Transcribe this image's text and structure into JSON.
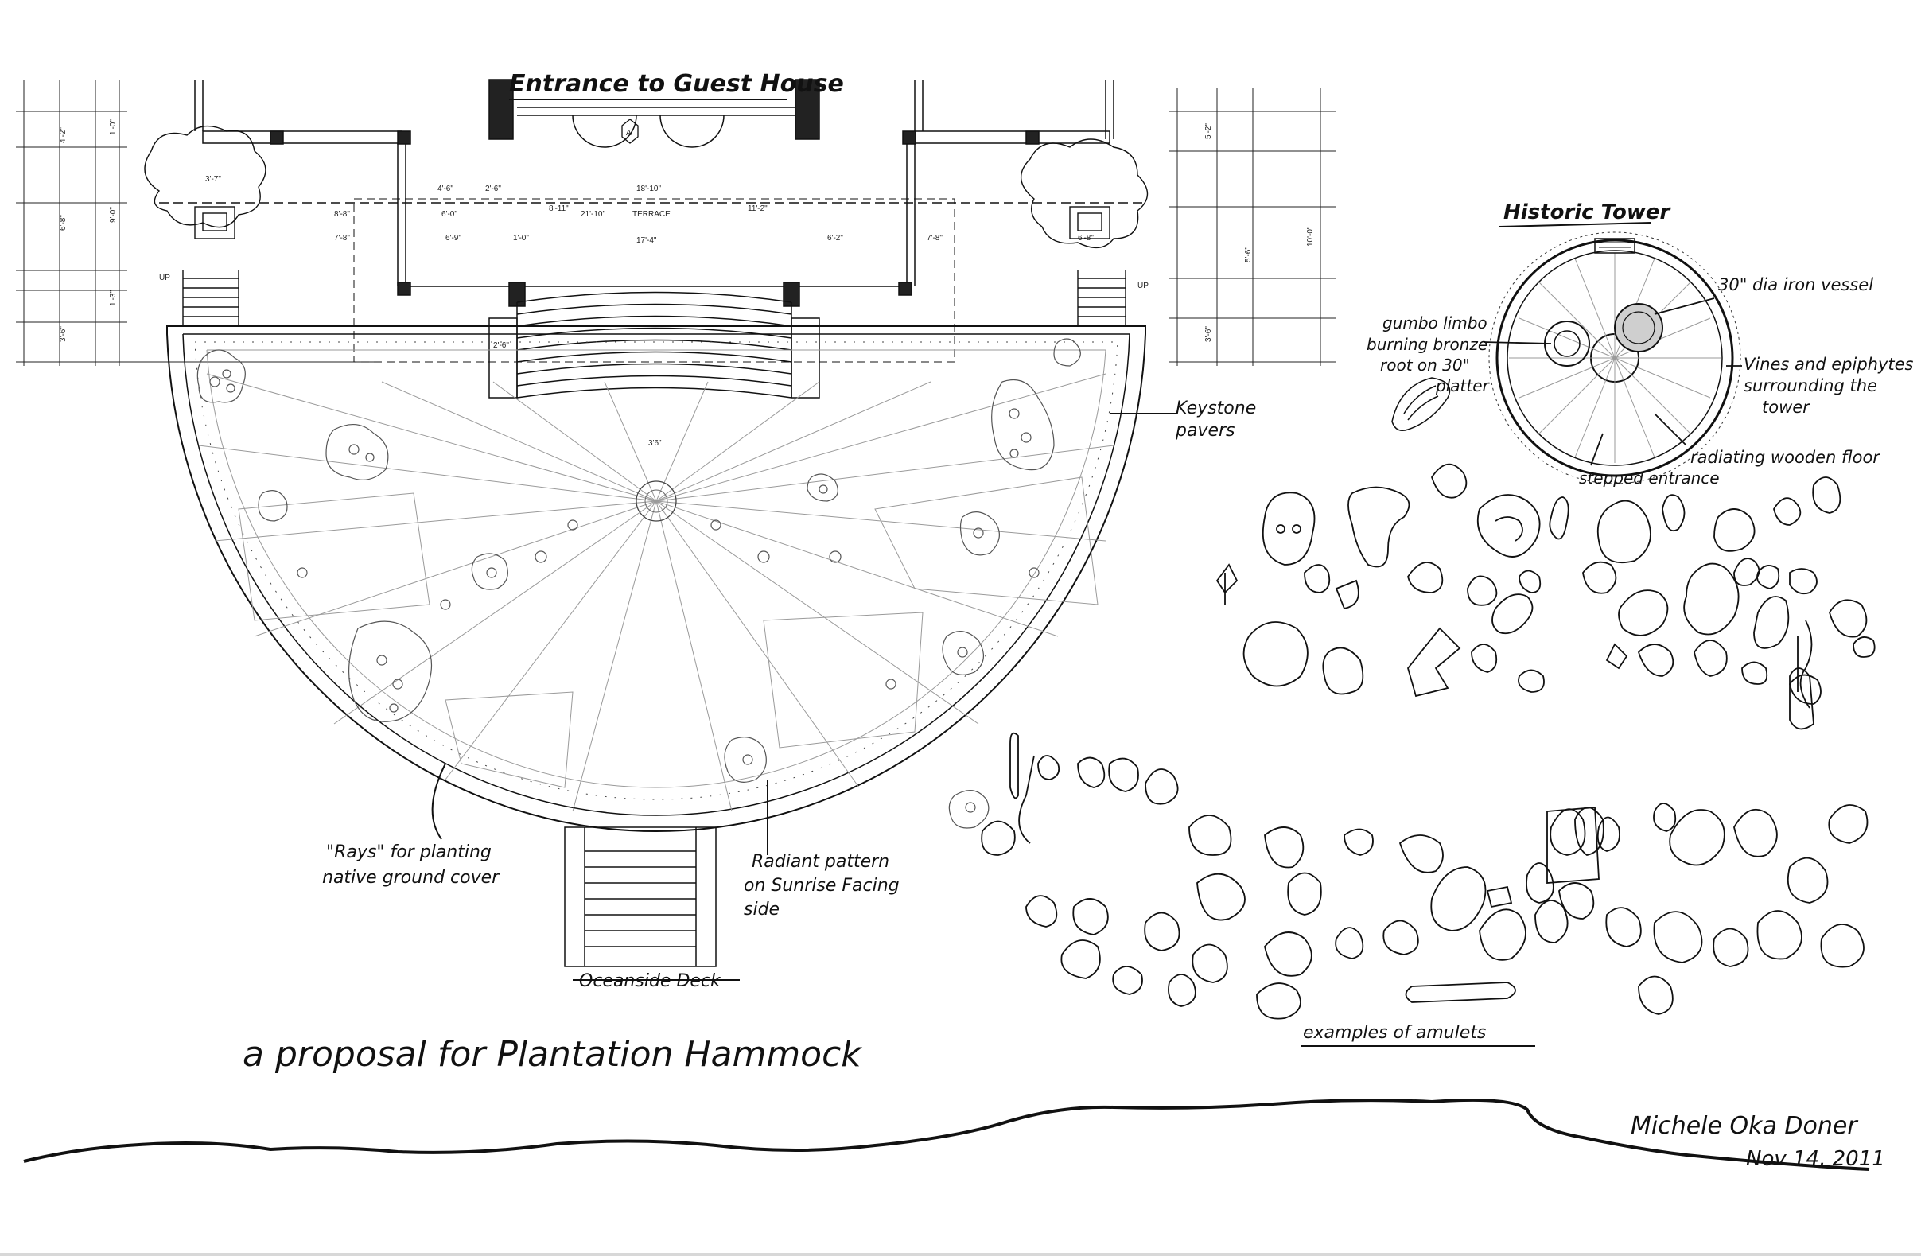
{
  "labels": {
    "entrance": "Entrance to Guest House",
    "historic_tower": "Historic Tower",
    "iron_vessel": "30\" dia iron vessel",
    "gumbo_limbo_1": "gumbo limbo",
    "gumbo_limbo_2": "burning bronze",
    "gumbo_limbo_3": "root on 30\"",
    "gumbo_limbo_4": "platter",
    "vines_1": "Vines and epiphytes",
    "vines_2": "surrounding the",
    "vines_3": "tower",
    "radiating_floor": "radiating wooden floor",
    "stepped_entrance": "stepped entrance",
    "keystone_1": "Keystone",
    "keystone_2": "pavers",
    "rays_1": "\"Rays\" for planting",
    "rays_2": "native ground cover",
    "radiant_1": "Radiant pattern",
    "radiant_2": "on Sunrise Facing",
    "radiant_3": "side",
    "oceanside_deck": "Oceanside Deck",
    "proposal": "a proposal for Plantation Hammock",
    "amulets": "examples of amulets",
    "signature": "Michele Oka Doner",
    "date": "Nov 14, 2011",
    "terrace": "TERRACE",
    "up_left": "UP",
    "up_right": "UP",
    "marker_a": "A"
  },
  "dimensions": {
    "d1": "18'-10\"",
    "d2": "21'-10\"",
    "d3": "17'-4\"",
    "d4": "4'-6\"",
    "d5": "2'-6\"",
    "d6": "6'-0\"",
    "d7": "6'-9\"",
    "d8": "8'-8\"",
    "d9": "7'-8\"",
    "d10": "1'-0\"",
    "d11": "8'-11\"",
    "d12": "11'-2\"",
    "d13": "6'-2\"",
    "d14": "7'-8\"",
    "d15": "3'-7\"",
    "d16": "6'-8\"",
    "d17": "2'-6\"",
    "v1": "4'-2\"",
    "v2": "1'-0\"",
    "v3": "3'-6\"",
    "v4": "6'-8\"",
    "v5": "9'-0\"",
    "v6": "1'-3\"",
    "v7": "3'-6\"",
    "v8": "5'-2\"",
    "v9": "10'-0\"",
    "v10": "5'-6\"",
    "radius": "3'6\""
  },
  "colors": {
    "ink": "#111111",
    "pencil": "#9a9a9a",
    "paper": "#ffffff"
  }
}
